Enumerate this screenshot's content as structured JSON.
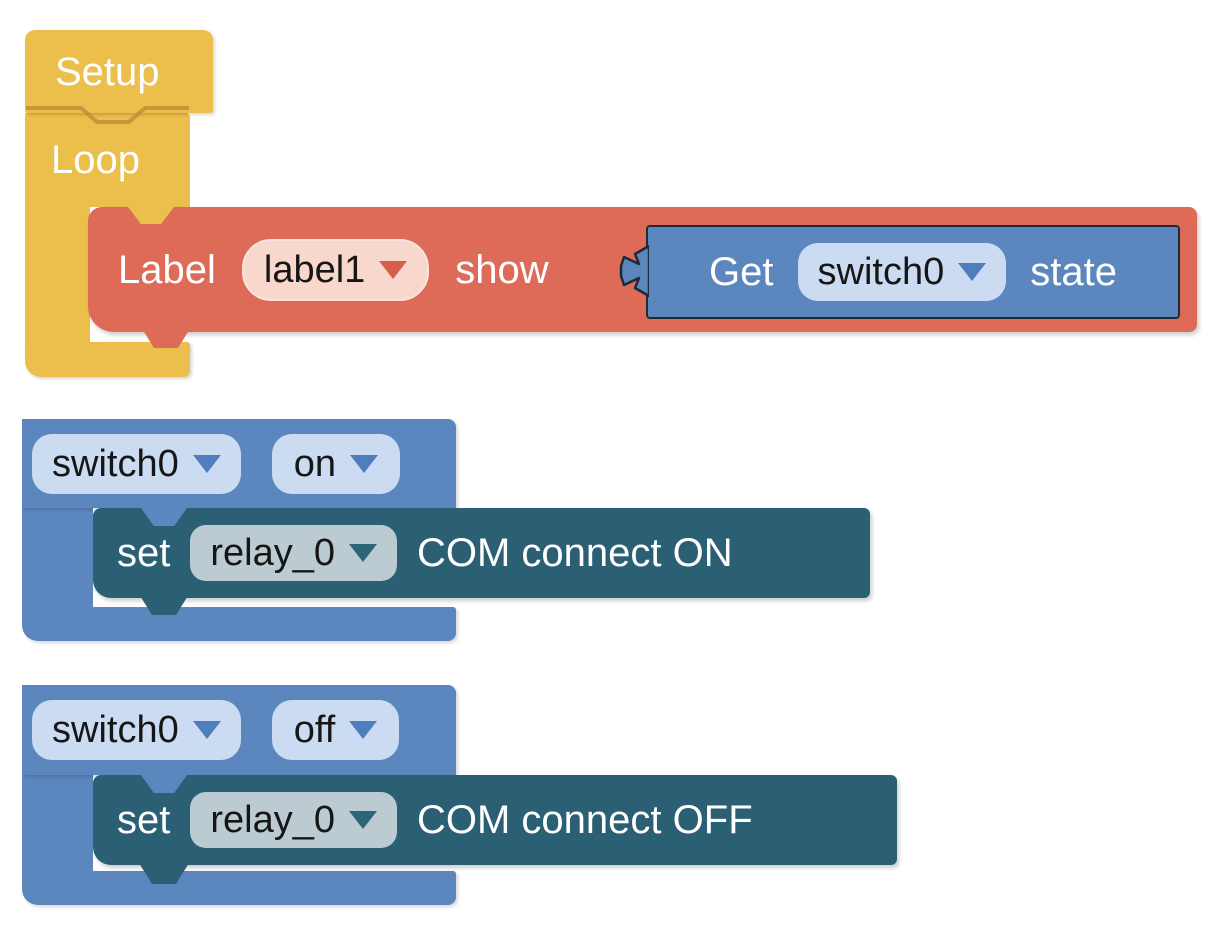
{
  "workspace": {
    "background": "#ffffff"
  },
  "palette": {
    "yellow": "#ECBE4B",
    "red": "#DD6B58",
    "red_field_bg": "#F8D7CD",
    "red_field_arrow": "#D2604C",
    "blue": "#5C87BE",
    "blue_field_bg": "#CBDCF2",
    "blue_field_arrow": "#4E7EBB",
    "teal": "#2B5F73",
    "teal_field_bg": "#BCCBD2",
    "teal_field_arrow": "#2C6478",
    "value_block_border": "#1F2A38"
  },
  "blocks": {
    "setup": {
      "label": "Setup"
    },
    "loop": {
      "label": "Loop"
    },
    "label_show": {
      "prefix": "Label",
      "label_field": "label1",
      "suffix": "show"
    },
    "get_state": {
      "prefix": "Get",
      "switch_field": "switch0",
      "suffix": "state"
    },
    "on_handler": {
      "switch_field": "switch0",
      "state_field": "on"
    },
    "set_relay_on": {
      "prefix": "set",
      "relay_field": "relay_0",
      "suffix": "COM connect ON"
    },
    "off_handler": {
      "switch_field": "switch0",
      "state_field": "off"
    },
    "set_relay_off": {
      "prefix": "set",
      "relay_field": "relay_0",
      "suffix": "COM connect OFF"
    }
  }
}
